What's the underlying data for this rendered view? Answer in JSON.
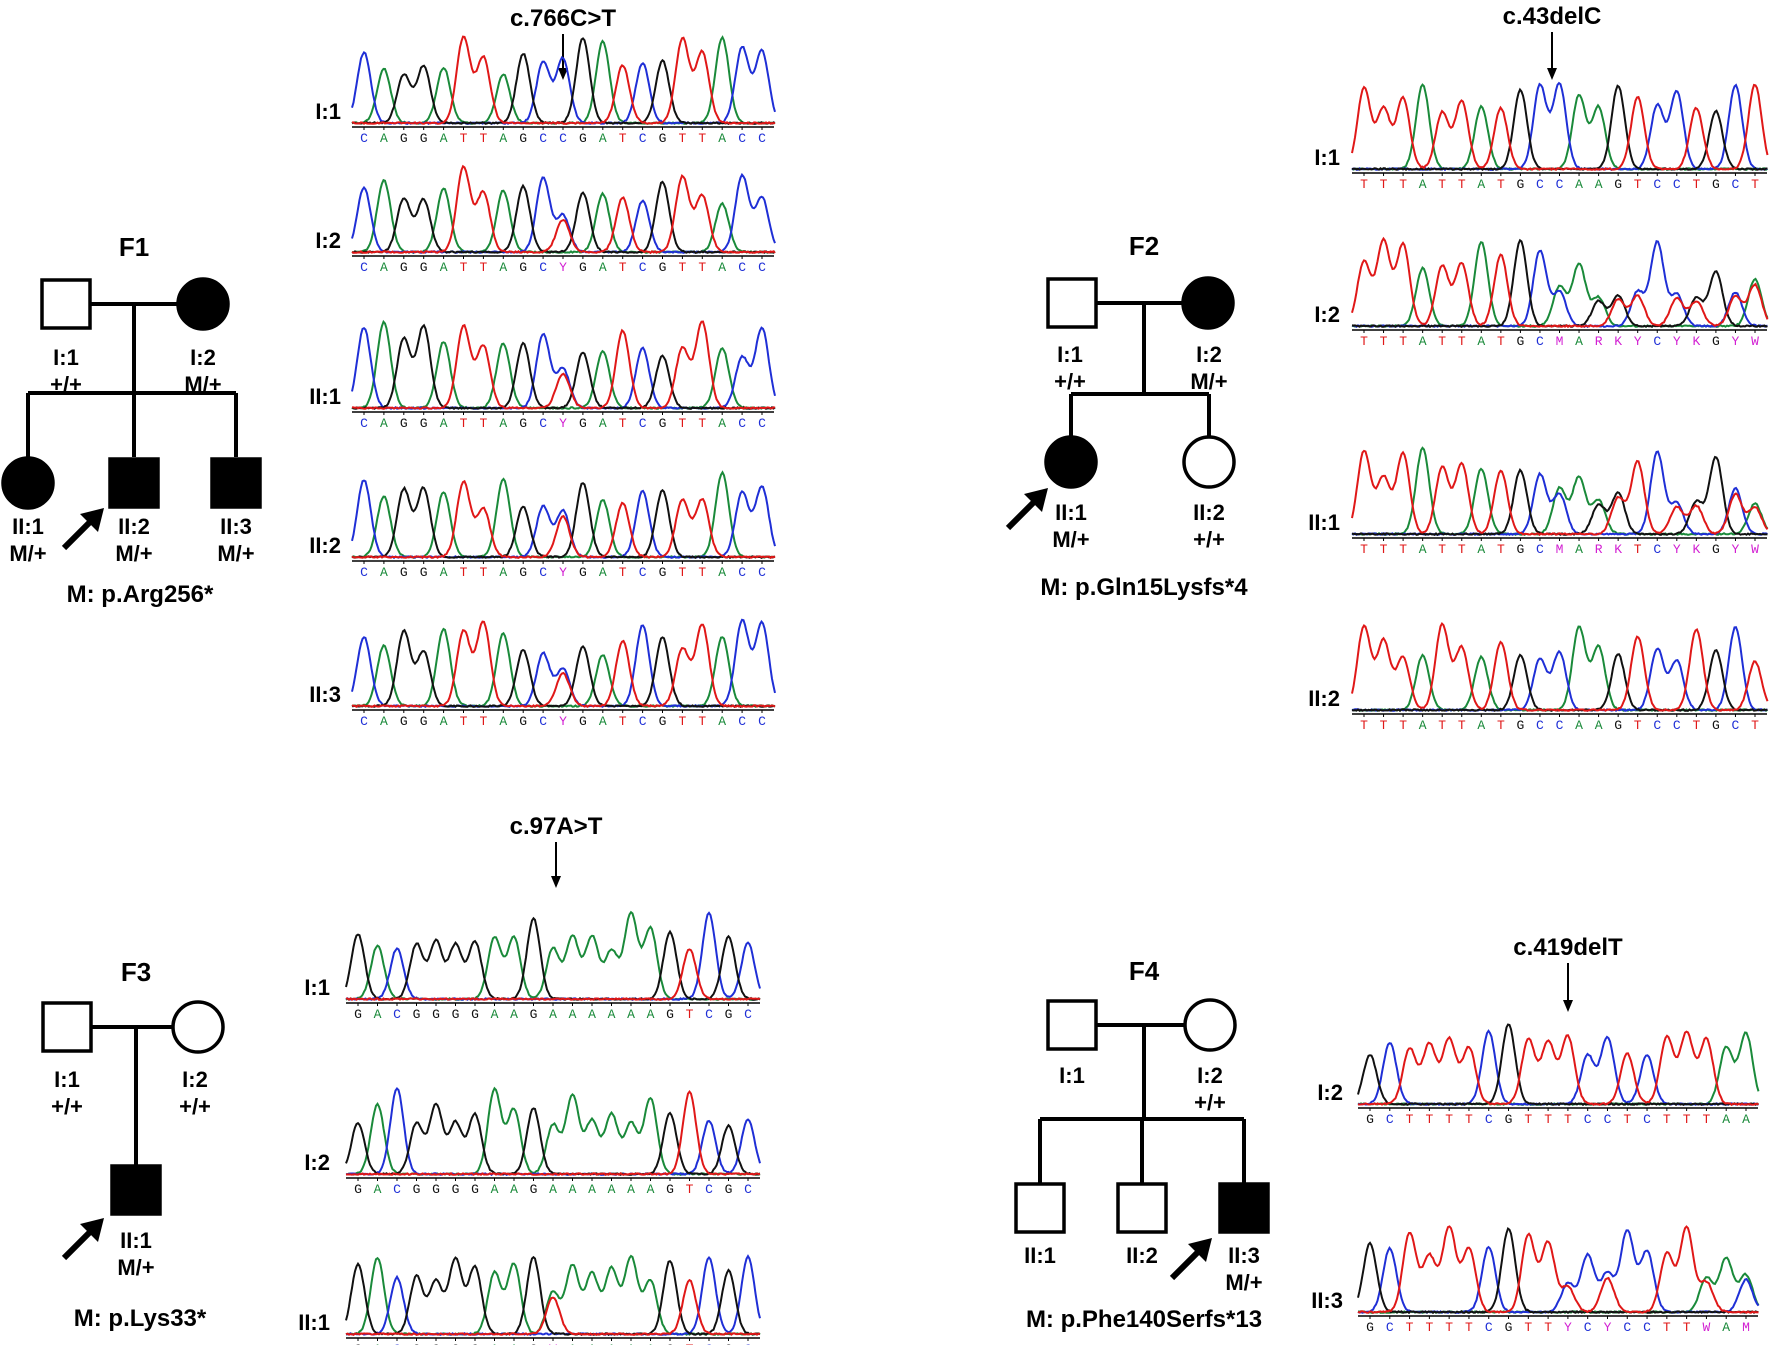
{
  "colors": {
    "A": "#1a8a3a",
    "C": "#1f2fd6",
    "G": "#111111",
    "T": "#e01818",
    "ambig": "#d21fd2",
    "line": "#000000"
  },
  "families": [
    {
      "id": "F1",
      "title": "F1",
      "mutation_dna": "c.766C>T",
      "mutation_protein": "M: p.Arg256*",
      "members": [
        {
          "id": "I:1",
          "label": "I:1",
          "genotype": "+/+",
          "sex": "male",
          "affected": false,
          "proband": false
        },
        {
          "id": "I:2",
          "label": "I:2",
          "genotype": "M/+",
          "sex": "female",
          "affected": true,
          "proband": false
        },
        {
          "id": "II:1",
          "label": "II:1",
          "genotype": "M/+",
          "sex": "female",
          "affected": true,
          "proband": false
        },
        {
          "id": "II:2",
          "label": "II:2",
          "genotype": "M/+",
          "sex": "male",
          "affected": true,
          "proband": true
        },
        {
          "id": "II:3",
          "label": "II:3",
          "genotype": "M/+",
          "sex": "male",
          "affected": true,
          "proband": false
        }
      ],
      "traces": [
        {
          "label": "I:1",
          "sequence": "CAGGATTAGCCGATCGTTACC"
        },
        {
          "label": "I:2",
          "sequence": "CAGGATTAGCYGATCGTTACC"
        },
        {
          "label": "II:1",
          "sequence": "CAGGATTAGCYGATCGTTACC"
        },
        {
          "label": "II:2",
          "sequence": "CAGGATTAGCYGATCGTTACC"
        },
        {
          "label": "II:3",
          "sequence": "CAGGATTAGCYGATCGTTACC"
        }
      ]
    },
    {
      "id": "F2",
      "title": "F2",
      "mutation_dna": "c.43delC",
      "mutation_protein": "M: p.Gln15Lysfs*4",
      "members": [
        {
          "id": "I:1",
          "label": "I:1",
          "genotype": "+/+",
          "sex": "male",
          "affected": false,
          "proband": false
        },
        {
          "id": "I:2",
          "label": "I:2",
          "genotype": "M/+",
          "sex": "female",
          "affected": true,
          "proband": false
        },
        {
          "id": "II:1",
          "label": "II:1",
          "genotype": "M/+",
          "sex": "female",
          "affected": true,
          "proband": true
        },
        {
          "id": "II:2",
          "label": "II:2",
          "genotype": "+/+",
          "sex": "female",
          "affected": false,
          "proband": false
        }
      ],
      "traces": [
        {
          "label": "I:1",
          "sequence": "TTTATTATGCCAAGTCCTGCT"
        },
        {
          "label": "I:2",
          "sequence": "TTTATTATGCMARKYCYKGYW"
        },
        {
          "label": "II:1",
          "sequence": "TTTATTATGCMARKTCYKGYW"
        },
        {
          "label": "II:2",
          "sequence": "TTTATTATGCCAAGTCCTGCT"
        }
      ]
    },
    {
      "id": "F3",
      "title": "F3",
      "mutation_dna": "c.97A>T",
      "mutation_protein": "M: p.Lys33*",
      "members": [
        {
          "id": "I:1",
          "label": "I:1",
          "genotype": "+/+",
          "sex": "male",
          "affected": false,
          "proband": false
        },
        {
          "id": "I:2",
          "label": "I:2",
          "genotype": "+/+",
          "sex": "female",
          "affected": false,
          "proband": false
        },
        {
          "id": "II:1",
          "label": "II:1",
          "genotype": "M/+",
          "sex": "male",
          "affected": true,
          "proband": true
        }
      ],
      "traces": [
        {
          "label": "I:1",
          "sequence": "GACGGGGAAGAAAAAAGTCGC"
        },
        {
          "label": "I:2",
          "sequence": "GACGGGGAAGAAAAAAGTCGC"
        },
        {
          "label": "II:1",
          "sequence": "GACGGGGAAGWAAAAAGTCGC"
        }
      ]
    },
    {
      "id": "F4",
      "title": "F4",
      "mutation_dna": "c.419delT",
      "mutation_protein": "M: p.Phe140Serfs*13",
      "members": [
        {
          "id": "I:1",
          "label": "I:1",
          "genotype": "",
          "sex": "male",
          "affected": false,
          "proband": false
        },
        {
          "id": "I:2",
          "label": "I:2",
          "genotype": "+/+",
          "sex": "female",
          "affected": false,
          "proband": false
        },
        {
          "id": "II:1",
          "label": "II:1",
          "genotype": "",
          "sex": "male",
          "affected": false,
          "proband": false
        },
        {
          "id": "II:2",
          "label": "II:2",
          "genotype": "",
          "sex": "male",
          "affected": false,
          "proband": false
        },
        {
          "id": "II:3",
          "label": "II:3",
          "genotype": "M/+",
          "sex": "male",
          "affected": true,
          "proband": true
        }
      ],
      "traces": [
        {
          "label": "I:2",
          "sequence": "GCTTTTCGTTTCCTCTTTAA"
        },
        {
          "label": "II:3",
          "sequence": "GCTTTTCGTTYCYCCTTWAM"
        }
      ]
    }
  ]
}
